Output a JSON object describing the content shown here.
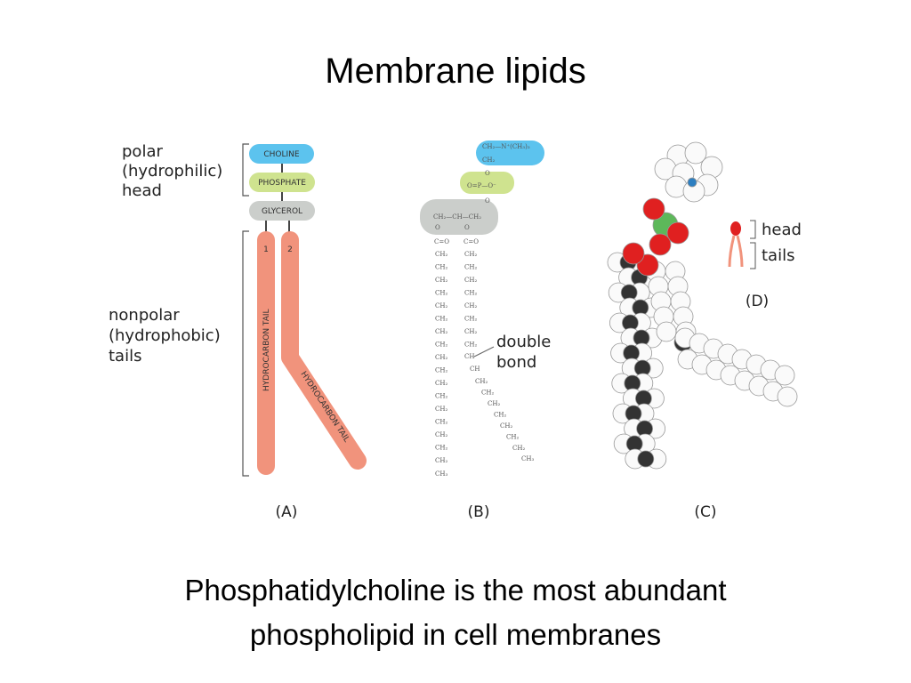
{
  "title": "Membrane lipids",
  "panel_a": {
    "head_label": [
      "polar",
      "(hydrophilic)",
      "head"
    ],
    "tail_label": [
      "nonpolar",
      "(hydrophobic)",
      "tails"
    ],
    "choline": "CHOLINE",
    "phosphate": "PHOSPHATE",
    "glycerol": "GLYCEROL",
    "tail_1_num": "1",
    "tail_2_num": "2",
    "tail_text": "HYDROCARBON TAIL",
    "label": "(A)"
  },
  "panel_b": {
    "choline_formula": [
      "CH₂—N⁺(CH₃)₃",
      "CH₂"
    ],
    "phosphate_formula": [
      "O",
      "O=P—O⁻",
      "O"
    ],
    "glycerol_formula": "CH₂—CH—CH₂",
    "ester": [
      "O",
      "C=O"
    ],
    "ch2": "CH₂",
    "ch3": "CH₃",
    "ch": "CH",
    "double_bond_label": [
      "double",
      "bond"
    ],
    "label": "(B)"
  },
  "panel_c": {
    "label": "(C)"
  },
  "panel_d": {
    "head": "head",
    "tails": "tails",
    "label": "(D)"
  },
  "caption": [
    "Phosphatidylcholine is the most abundant",
    "phospholipid in cell membranes"
  ],
  "colors": {
    "choline": "#5cc3ee",
    "phosphate": "#cfe38f",
    "glycerol": "#cbcecb",
    "tail": "#f1937c",
    "oxygen": "#e02020",
    "phosphorus": "#5db85a",
    "nitrogen": "#2d7fc1",
    "carbon": "#333333"
  }
}
